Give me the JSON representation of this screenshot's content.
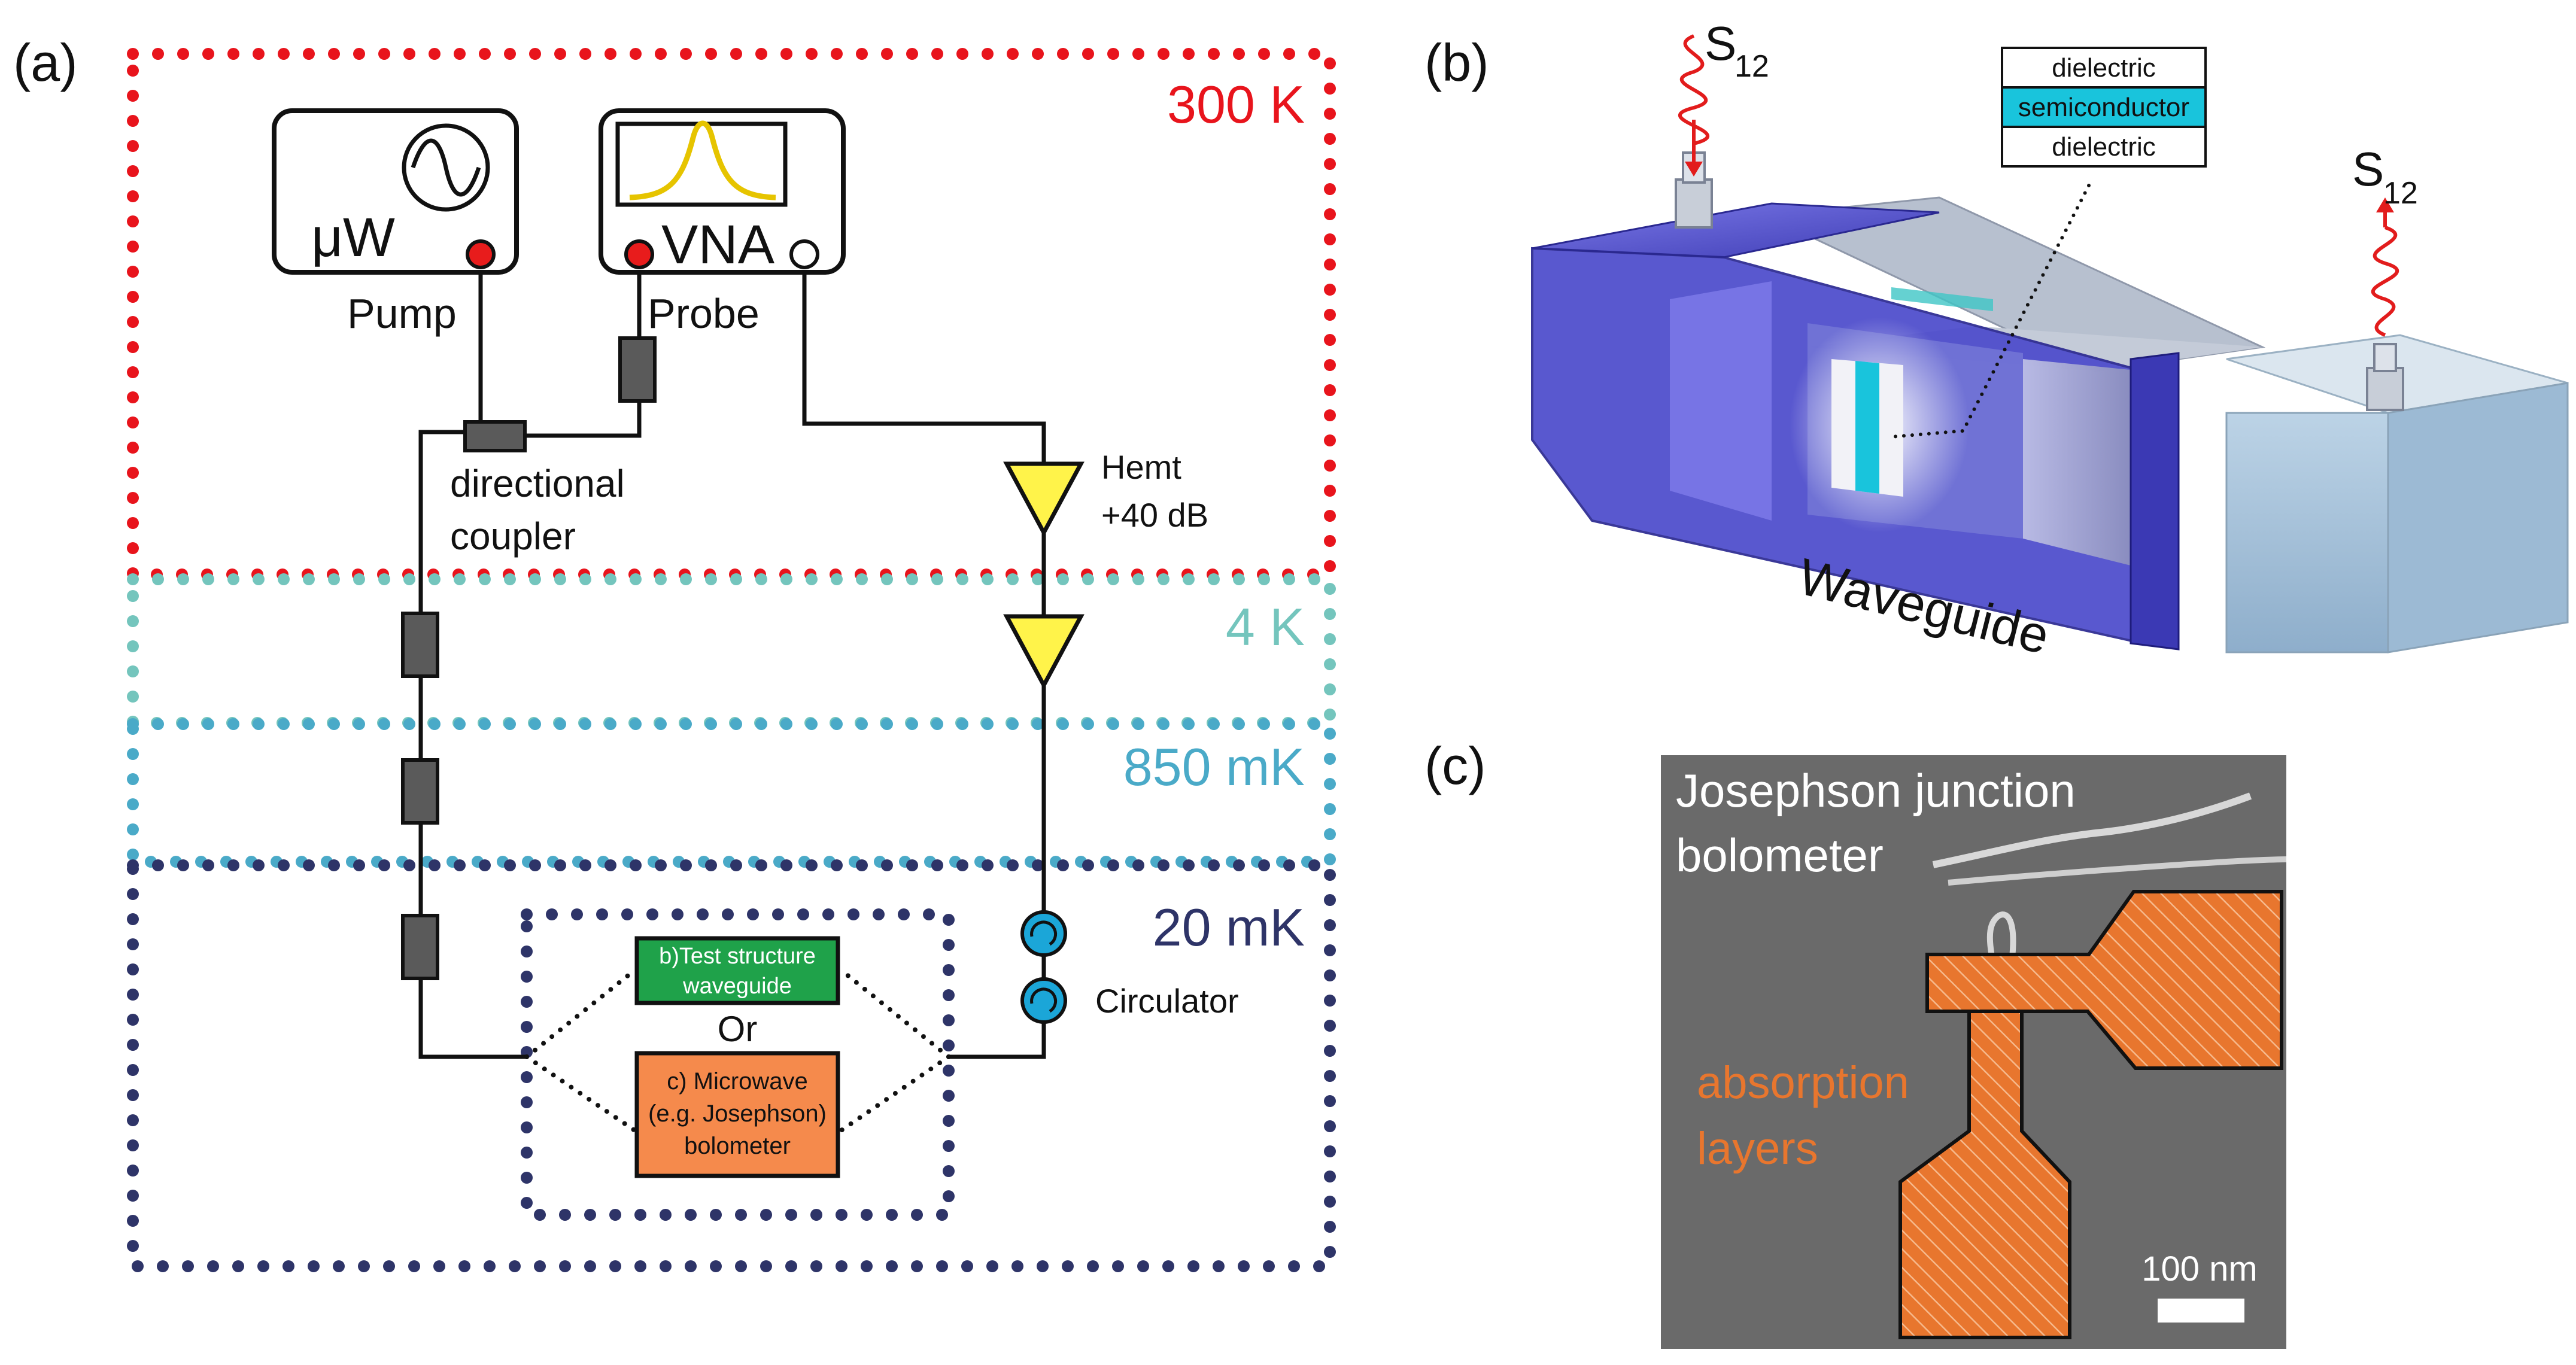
{
  "panel_a": {
    "label": "(a)",
    "zones": {
      "k300": "300 K",
      "k4": "4 K",
      "mk850": "850 mK",
      "mk20": "20 mK"
    },
    "instruments": {
      "source": "μW",
      "analyzer": "VNA",
      "pump": "Pump",
      "probe": "Probe"
    },
    "coupler_line1": "directional",
    "coupler_line2": "coupler",
    "amplifier_line1": "Hemt",
    "amplifier_line2": "+40 dB",
    "circulator": "Circulator",
    "test_structure_line1": "b)Test structure",
    "test_structure_line2": "waveguide",
    "or": "Or",
    "bolometer_line1": "c) Microwave",
    "bolometer_line2": "(e.g. Josephson)",
    "bolometer_line3": "bolometer"
  },
  "panel_b": {
    "label": "(b)",
    "s_input": "S",
    "s_input_sub": "12",
    "s_output": "S",
    "s_output_sub": "12",
    "stack_top": "dielectric",
    "stack_mid": "semiconductor",
    "stack_bottom": "dielectric",
    "waveguide": "Waveguide"
  },
  "panel_c": {
    "label": "(c)",
    "title_line1": "Josephson junction",
    "title_line2": "bolometer",
    "absorb_line1": "absorption",
    "absorb_line2": "layers",
    "scale": "100 nm"
  },
  "colors": {
    "zone_300k": "#e8141c",
    "zone_4k": "#74c5bd",
    "zone_850mk": "#4aaac8",
    "zone_20mk": "#2e3468",
    "amplifier": "#fff34a",
    "circulator": "#1ba6d8",
    "attenuator": "#5a5a5a",
    "test_structure": "#1fa24a",
    "bolometer": "#f58a4c",
    "port_red": "#e81c1c",
    "waveguide": "#5b58d6",
    "semiconductor": "#19c4dc",
    "sem_background": "#6a6a6a",
    "absorber": "#e8762e"
  },
  "icons": [
    "sine-wave-icon",
    "resonance-peak-icon",
    "circulator-icon",
    "amplifier-icon",
    "attenuator-icon",
    "connector-icon"
  ]
}
